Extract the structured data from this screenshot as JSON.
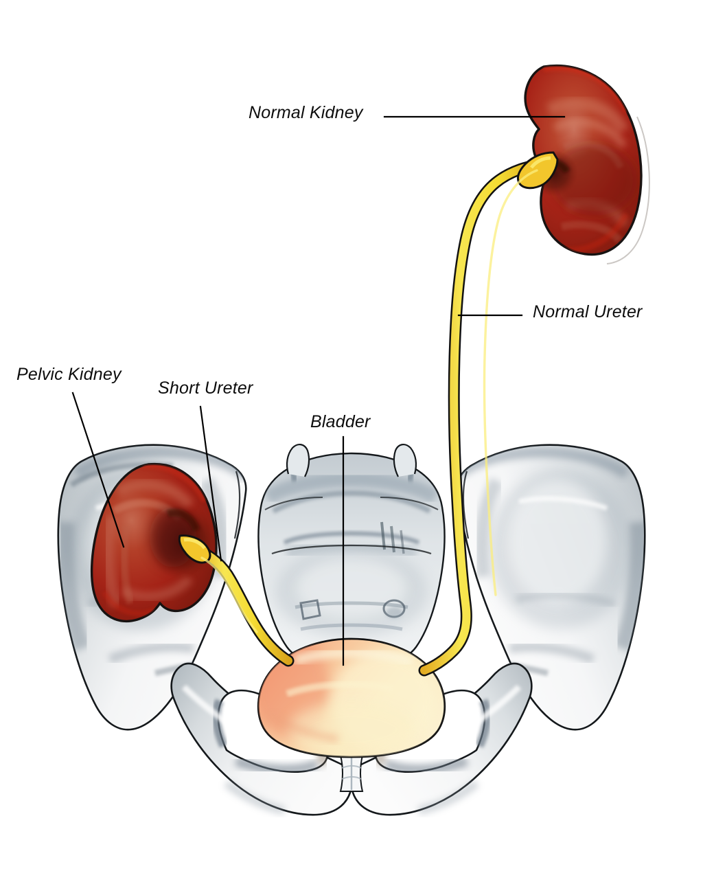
{
  "figure": {
    "title": "Pelvic Kidney",
    "subject": "Anatomical illustration of the urinary tract showing an ectopic pelvic kidney",
    "background_color": "#ffffff",
    "style": "watercolor-and-ink medical illustration"
  },
  "labels": {
    "normal_kidney": "Normal Kidney",
    "normal_ureter": "Normal Ureter",
    "pelvic_kidney": "Pelvic Kidney",
    "short_ureter": "Short Ureter",
    "bladder": "Bladder"
  },
  "palette": {
    "kidney_dark_red": "#8e1d10",
    "kidney_mid_red": "#a82418",
    "kidney_bright_red": "#c33a20",
    "kidney_highlight": "#c8624a",
    "kidney_hilum_shadow": "#4a140c",
    "ureter_yellow": "#f5e13c",
    "ureter_yellow_deep": "#f0b92a",
    "bladder_peach": "#f5a882",
    "bladder_cream": "#faeec2",
    "bone_white": "#fbfbfb",
    "bone_gray": "#c2c8cc",
    "bone_shadow_blue": "#7d8c99",
    "bone_shadow_dark": "#5c6a75",
    "ink_outline": "#111111",
    "leader_line": "#000000",
    "text": "#0d0d0d"
  },
  "structures": [
    {
      "name": "normal-kidney",
      "description": "Right kidney in normal anatomic position, upper right of figure",
      "color": "#a82418",
      "side": "right",
      "position": "normal"
    },
    {
      "name": "normal-ureter",
      "description": "Long ureter descending from the normal kidney to the bladder",
      "color": "#f5e13c",
      "length": "normal"
    },
    {
      "name": "pelvic-kidney",
      "description": "Ectopic kidney located in the left iliac fossa of the pelvis",
      "color": "#a82418",
      "side": "left",
      "position": "pelvic"
    },
    {
      "name": "short-ureter",
      "description": "Abnormally short ureter from the pelvic kidney to the bladder",
      "color": "#f5e13c",
      "length": "short"
    },
    {
      "name": "bladder",
      "description": "Urinary bladder seated in the pelvic inlet",
      "color": "#f7c89a"
    },
    {
      "name": "pelvis-bone",
      "description": "Bony pelvis: ilia, sacrum, pubic symphysis and obturator foramina",
      "color": "#c2c8cc"
    }
  ],
  "leader_lines": [
    {
      "name": "leader-normal-kidney",
      "from_label": "Normal Kidney",
      "to_structure": "normal-kidney"
    },
    {
      "name": "leader-normal-ureter",
      "from_label": "Normal Ureter",
      "to_structure": "normal-ureter"
    },
    {
      "name": "leader-pelvic-kidney",
      "from_label": "Pelvic Kidney",
      "to_structure": "pelvic-kidney"
    },
    {
      "name": "leader-short-ureter",
      "from_label": "Short Ureter",
      "to_structure": "short-ureter"
    },
    {
      "name": "leader-bladder",
      "from_label": "Bladder",
      "to_structure": "bladder"
    }
  ]
}
